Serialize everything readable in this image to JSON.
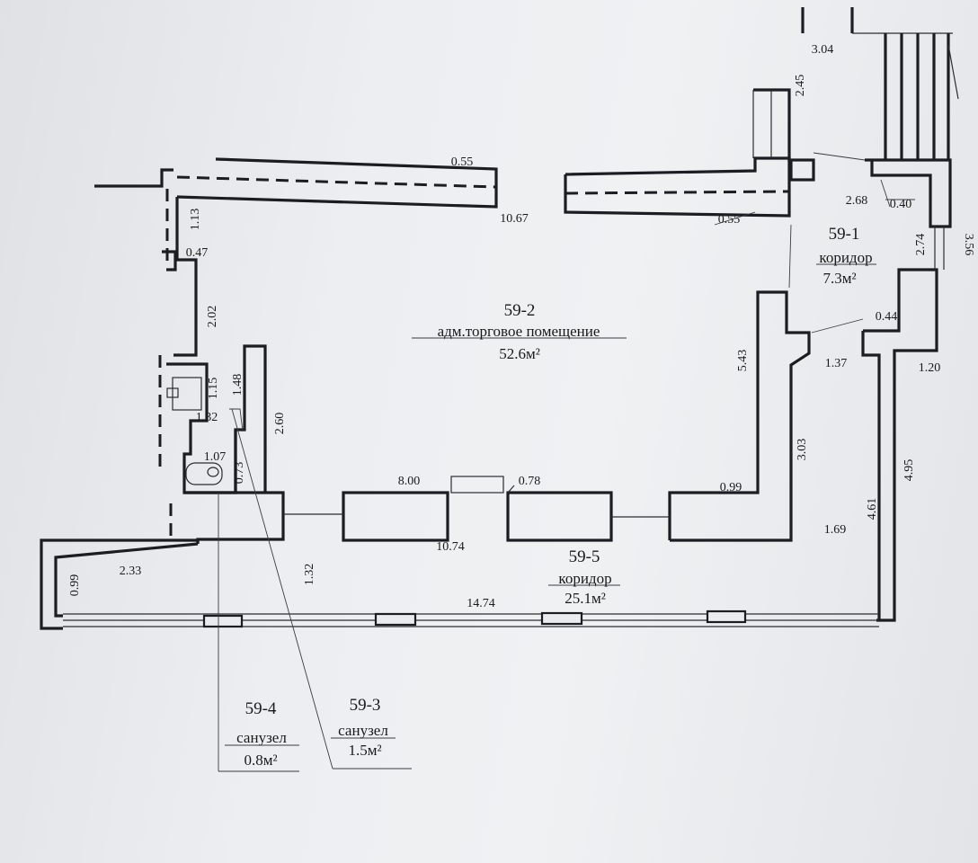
{
  "rooms": {
    "r59_1": {
      "number": "59-1",
      "name": "коридор",
      "area": "7.3м²"
    },
    "r59_2": {
      "number": "59-2",
      "name": "адм.торговое помещение",
      "area": "52.6м²"
    },
    "r59_3": {
      "number": "59-3",
      "name": "санузел",
      "area": "1.5м²"
    },
    "r59_4": {
      "number": "59-4",
      "name": "санузел",
      "area": "0.8м²"
    },
    "r59_5": {
      "number": "59-5",
      "name": "коридор",
      "area": "25.1м²"
    }
  },
  "dimensions": {
    "d_3_04": "3.04",
    "d_2_45": "2.45",
    "d_0_55_top": "0.55",
    "d_10_67": "10.67",
    "d_0_55_right": "0.55",
    "d_2_68": "2.68",
    "d_0_40": "0.40",
    "d_3_56": "3.56",
    "d_2_74": "2.74",
    "d_1_13": "1.13",
    "d_0_47": "0.47",
    "d_2_02": "2.02",
    "d_1_15": "1.15",
    "d_1_48": "1.48",
    "d_1_32_top": "1.32",
    "d_2_60": "2.60",
    "d_1_07": "1.07",
    "d_0_73": "0.73",
    "d_8_00": "8.00",
    "d_0_78": "0.78",
    "d_0_99_right": "0.99",
    "d_5_43": "5.43",
    "d_0_44": "0.44",
    "d_1_37": "1.37",
    "d_1_20": "1.20",
    "d_3_03": "3.03",
    "d_4_95": "4.95",
    "d_4_61": "4.61",
    "d_1_69": "1.69",
    "d_10_74": "10.74",
    "d_0_99_left": "0.99",
    "d_2_33": "2.33",
    "d_1_32_bottom": "1.32",
    "d_14_74": "14.74"
  }
}
